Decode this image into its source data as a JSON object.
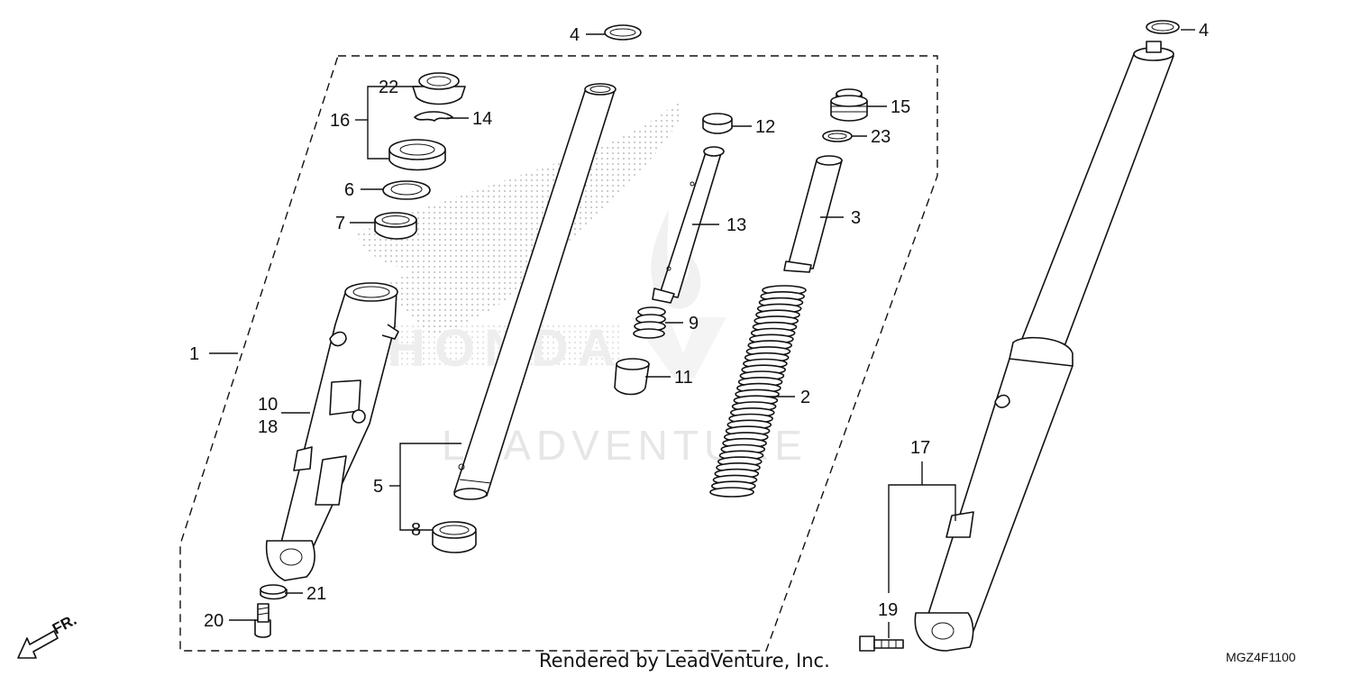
{
  "watermark": {
    "brand": "HONDA",
    "vendor": "LEADVENTURE"
  },
  "footer": {
    "rendered_by": "Rendered by LeadVenture, Inc.",
    "diagram_code": "MGZ4F1100"
  },
  "direction": {
    "label": "FR."
  },
  "callouts": [
    {
      "id": "c4a",
      "label": "4"
    },
    {
      "id": "c4b",
      "label": "4"
    },
    {
      "id": "c22",
      "label": "22"
    },
    {
      "id": "c16",
      "label": "16"
    },
    {
      "id": "c14",
      "label": "14"
    },
    {
      "id": "c6",
      "label": "6"
    },
    {
      "id": "c7",
      "label": "7"
    },
    {
      "id": "c12",
      "label": "12"
    },
    {
      "id": "c15",
      "label": "15"
    },
    {
      "id": "c23",
      "label": "23"
    },
    {
      "id": "c13",
      "label": "13"
    },
    {
      "id": "c3",
      "label": "3"
    },
    {
      "id": "c9",
      "label": "9"
    },
    {
      "id": "c11",
      "label": "11"
    },
    {
      "id": "c2",
      "label": "2"
    },
    {
      "id": "c1",
      "label": "1"
    },
    {
      "id": "c10",
      "label": "10"
    },
    {
      "id": "c18",
      "label": "18"
    },
    {
      "id": "c5",
      "label": "5"
    },
    {
      "id": "c8",
      "label": "8"
    },
    {
      "id": "c21",
      "label": "21"
    },
    {
      "id": "c20",
      "label": "20"
    },
    {
      "id": "c17",
      "label": "17"
    },
    {
      "id": "c19",
      "label": "19"
    }
  ],
  "colors": {
    "line": "#111111",
    "watermark": "#d8d8d8",
    "background": "#ffffff"
  }
}
